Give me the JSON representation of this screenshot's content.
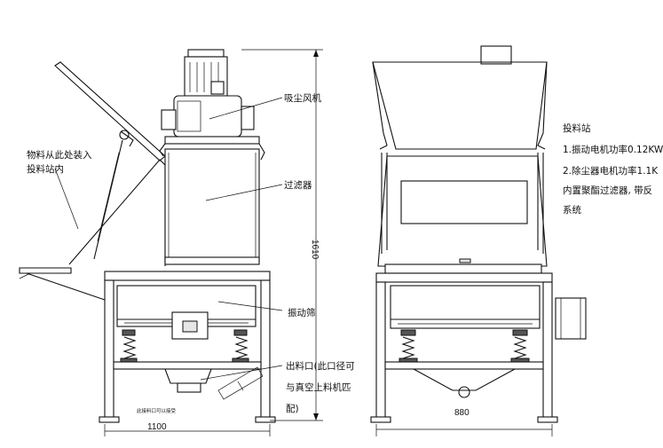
{
  "left_view": {
    "feed_note": [
      "物料从此处装入",
      "投料站内"
    ],
    "labels": {
      "dust_fan": "吸尘风机",
      "filter": "过滤器",
      "vibrating_screen": "振动筛",
      "outlet": [
        "出料口(此口径可",
        "与真空上料机匹",
        "配)"
      ]
    },
    "small_text": "此接料口可以接受",
    "height_dim": "1610",
    "width_dim": "1100"
  },
  "right_view": {
    "title": "投料站",
    "notes": [
      "1.振动电机功率0.12KW",
      "2.除尘器电机功率1.1K",
      "内置聚酯过滤器, 带反",
      "系统"
    ],
    "width_dim": "880"
  }
}
